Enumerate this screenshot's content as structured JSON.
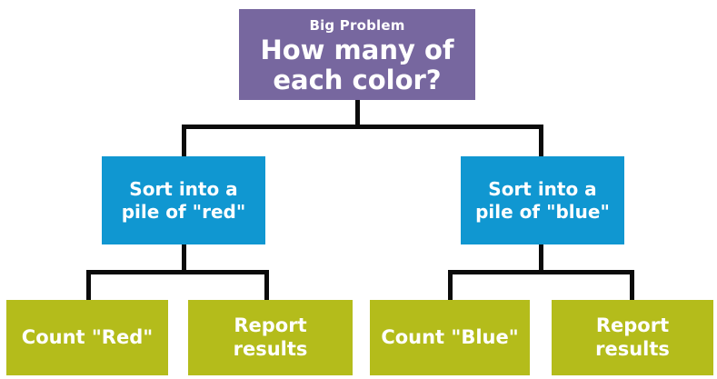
{
  "palette": {
    "purple": "#77679f",
    "blue": "#1097d1",
    "olive": "#b4bc1b",
    "line": "#0b0b0b",
    "text": "#ffffff",
    "background": "#ffffff"
  },
  "diagram": {
    "type": "decomposition-tree",
    "root": {
      "tag": "Big Problem",
      "label": "How many of\neach color?"
    },
    "children": [
      {
        "label": "Sort into a\npile of \"red\"",
        "children": [
          {
            "label": "Count \"Red\""
          },
          {
            "label": "Report\nresults"
          }
        ]
      },
      {
        "label": "Sort into a\npile of \"blue\"",
        "children": [
          {
            "label": "Count \"Blue\""
          },
          {
            "label": "Report\nresults"
          }
        ]
      }
    ]
  }
}
